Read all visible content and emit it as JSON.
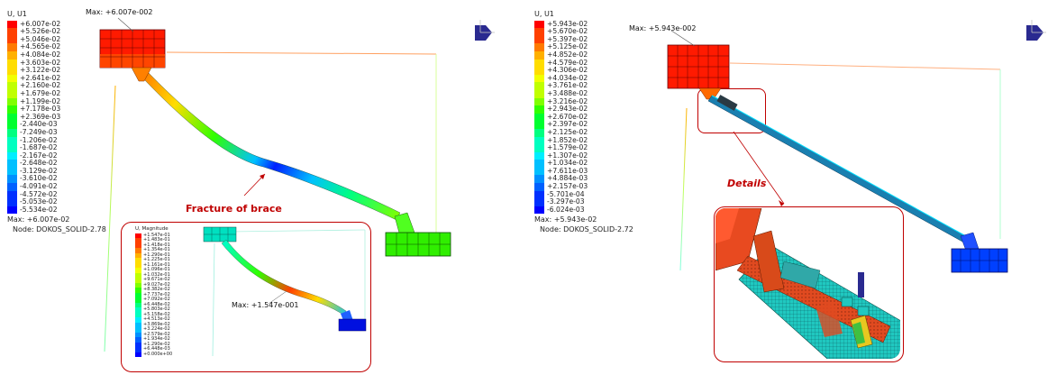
{
  "left_panel": {
    "legend": {
      "title": "U, U1",
      "entries": [
        "+6.007e-02",
        "+5.526e-02",
        "+5.046e-02",
        "+4.565e-02",
        "+4.084e-02",
        "+3.603e-02",
        "+3.122e-02",
        "+2.641e-02",
        "+2.160e-02",
        "+1.679e-02",
        "+1.199e-02",
        "+7.178e-03",
        "+2.369e-03",
        "-2.440e-03",
        "-7.249e-03",
        "-1.206e-02",
        "-1.687e-02",
        "-2.167e-02",
        "-2.648e-02",
        "-3.129e-02",
        "-3.610e-02",
        "-4.091e-02",
        "-4.572e-02",
        "-5.053e-02",
        "-5.534e-02"
      ],
      "max_line": "Max: +6.007e-02",
      "node_line": "Node: DOKOS_SOLID-2.78"
    },
    "max_label": "Max: +6.007e-002",
    "annotation": "Fracture of brace",
    "inset": {
      "legend_title": "U, Magnitude",
      "entries": [
        "+1.547e-01",
        "+1.483e-01",
        "+1.418e-01",
        "+1.354e-01",
        "+1.290e-01",
        "+1.225e-01",
        "+1.161e-01",
        "+1.096e-01",
        "+1.032e-01",
        "+9.671e-02",
        "+9.027e-02",
        "+8.382e-02",
        "+7.737e-02",
        "+7.092e-02",
        "+6.448e-02",
        "+5.803e-02",
        "+5.158e-02",
        "+4.513e-02",
        "+3.869e-02",
        "+3.224e-02",
        "+2.579e-02",
        "+1.934e-02",
        "+1.290e-02",
        "+6.448e-03",
        "+0.000e+00"
      ],
      "max_label": "Max: +1.547e-001"
    }
  },
  "right_panel": {
    "legend": {
      "title": "U, U1",
      "entries": [
        "+5.943e-02",
        "+5.670e-02",
        "+5.397e-02",
        "+5.125e-02",
        "+4.852e-02",
        "+4.579e-02",
        "+4.306e-02",
        "+4.034e-02",
        "+3.761e-02",
        "+3.488e-02",
        "+3.216e-02",
        "+2.943e-02",
        "+2.670e-02",
        "+2.397e-02",
        "+2.125e-02",
        "+1.852e-02",
        "+1.579e-02",
        "+1.307e-02",
        "+1.034e-02",
        "+7.611e-03",
        "+4.884e-03",
        "+2.157e-03",
        "-5.701e-04",
        "-3.297e-03",
        "-6.024e-03"
      ],
      "max_line": "Max: +5.943e-02",
      "node_line": "Node: DOKOS_SOLID-2.72"
    },
    "max_label": "Max: +5.943e-002",
    "annotation": "Details"
  },
  "colors": {
    "annotation_red": "#c00000",
    "contour_scale": [
      "#ff0000",
      "#ff4000",
      "#ff7a00",
      "#ffb000",
      "#ffdd00",
      "#f2ff00",
      "#c0ff00",
      "#80ff00",
      "#30ff00",
      "#00ff30",
      "#00ff80",
      "#00ffc0",
      "#00eeff",
      "#00c0ff",
      "#0090ff",
      "#0060ff",
      "#0030ff",
      "#0000ff"
    ]
  }
}
